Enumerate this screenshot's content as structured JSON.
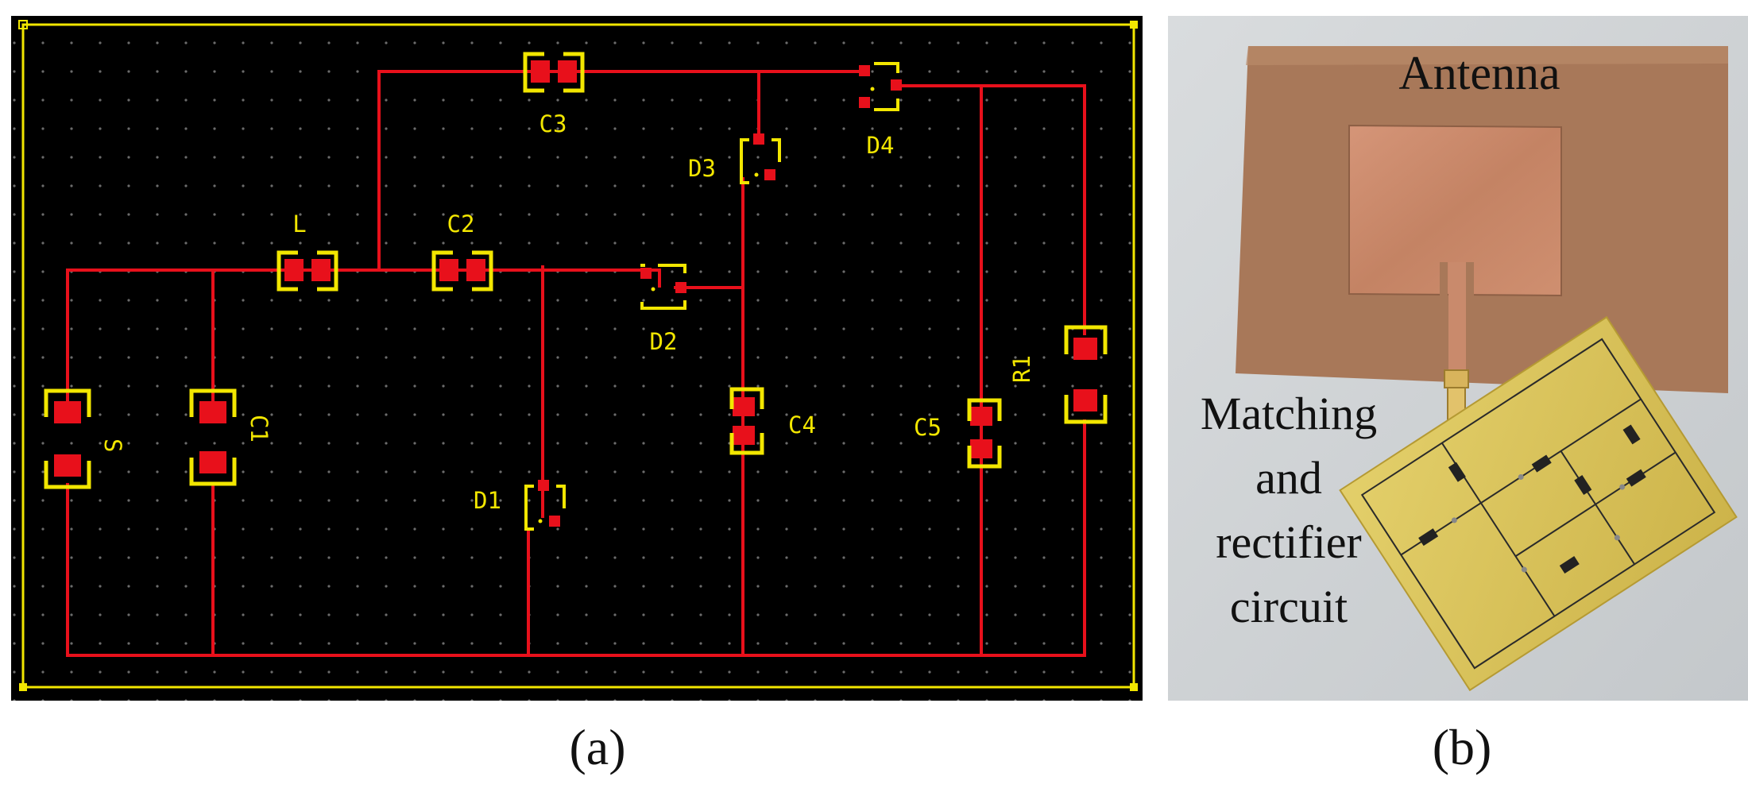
{
  "panel_a": {
    "caption": "(a)",
    "component_labels": {
      "L": "L",
      "C1": "C1",
      "C2": "C2",
      "C3": "C3",
      "C4": "C4",
      "C5": "C5",
      "D1": "D1",
      "D2": "D2",
      "D3": "D3",
      "D4": "D4",
      "R1": "R1",
      "S": "S"
    },
    "colors": {
      "board": "#000000",
      "trace": "#e8101b",
      "silkscreen": "#f2e600",
      "pad": "#e8101b",
      "grid_dot": "#6c6c6c"
    }
  },
  "panel_b": {
    "caption": "(b)",
    "labels": {
      "antenna": "Antenna",
      "circuit_line1": "Matching",
      "circuit_line2": "and",
      "circuit_line3": "rectifier",
      "circuit_line4": "circuit"
    },
    "colors": {
      "substrate": "#a87859",
      "patch": "#c98a6c",
      "circuit_board": "#d8c35a",
      "backdrop": "#cfd3d6"
    }
  }
}
